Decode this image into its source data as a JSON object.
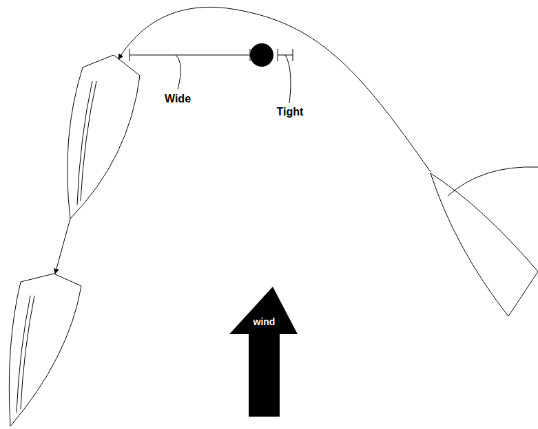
{
  "diagram": {
    "nodes": [
      {
        "text": [
          "wind"
        ]
      }
    ],
    "labels": [
      "Wide",
      "Tight"
    ]
  }
}
